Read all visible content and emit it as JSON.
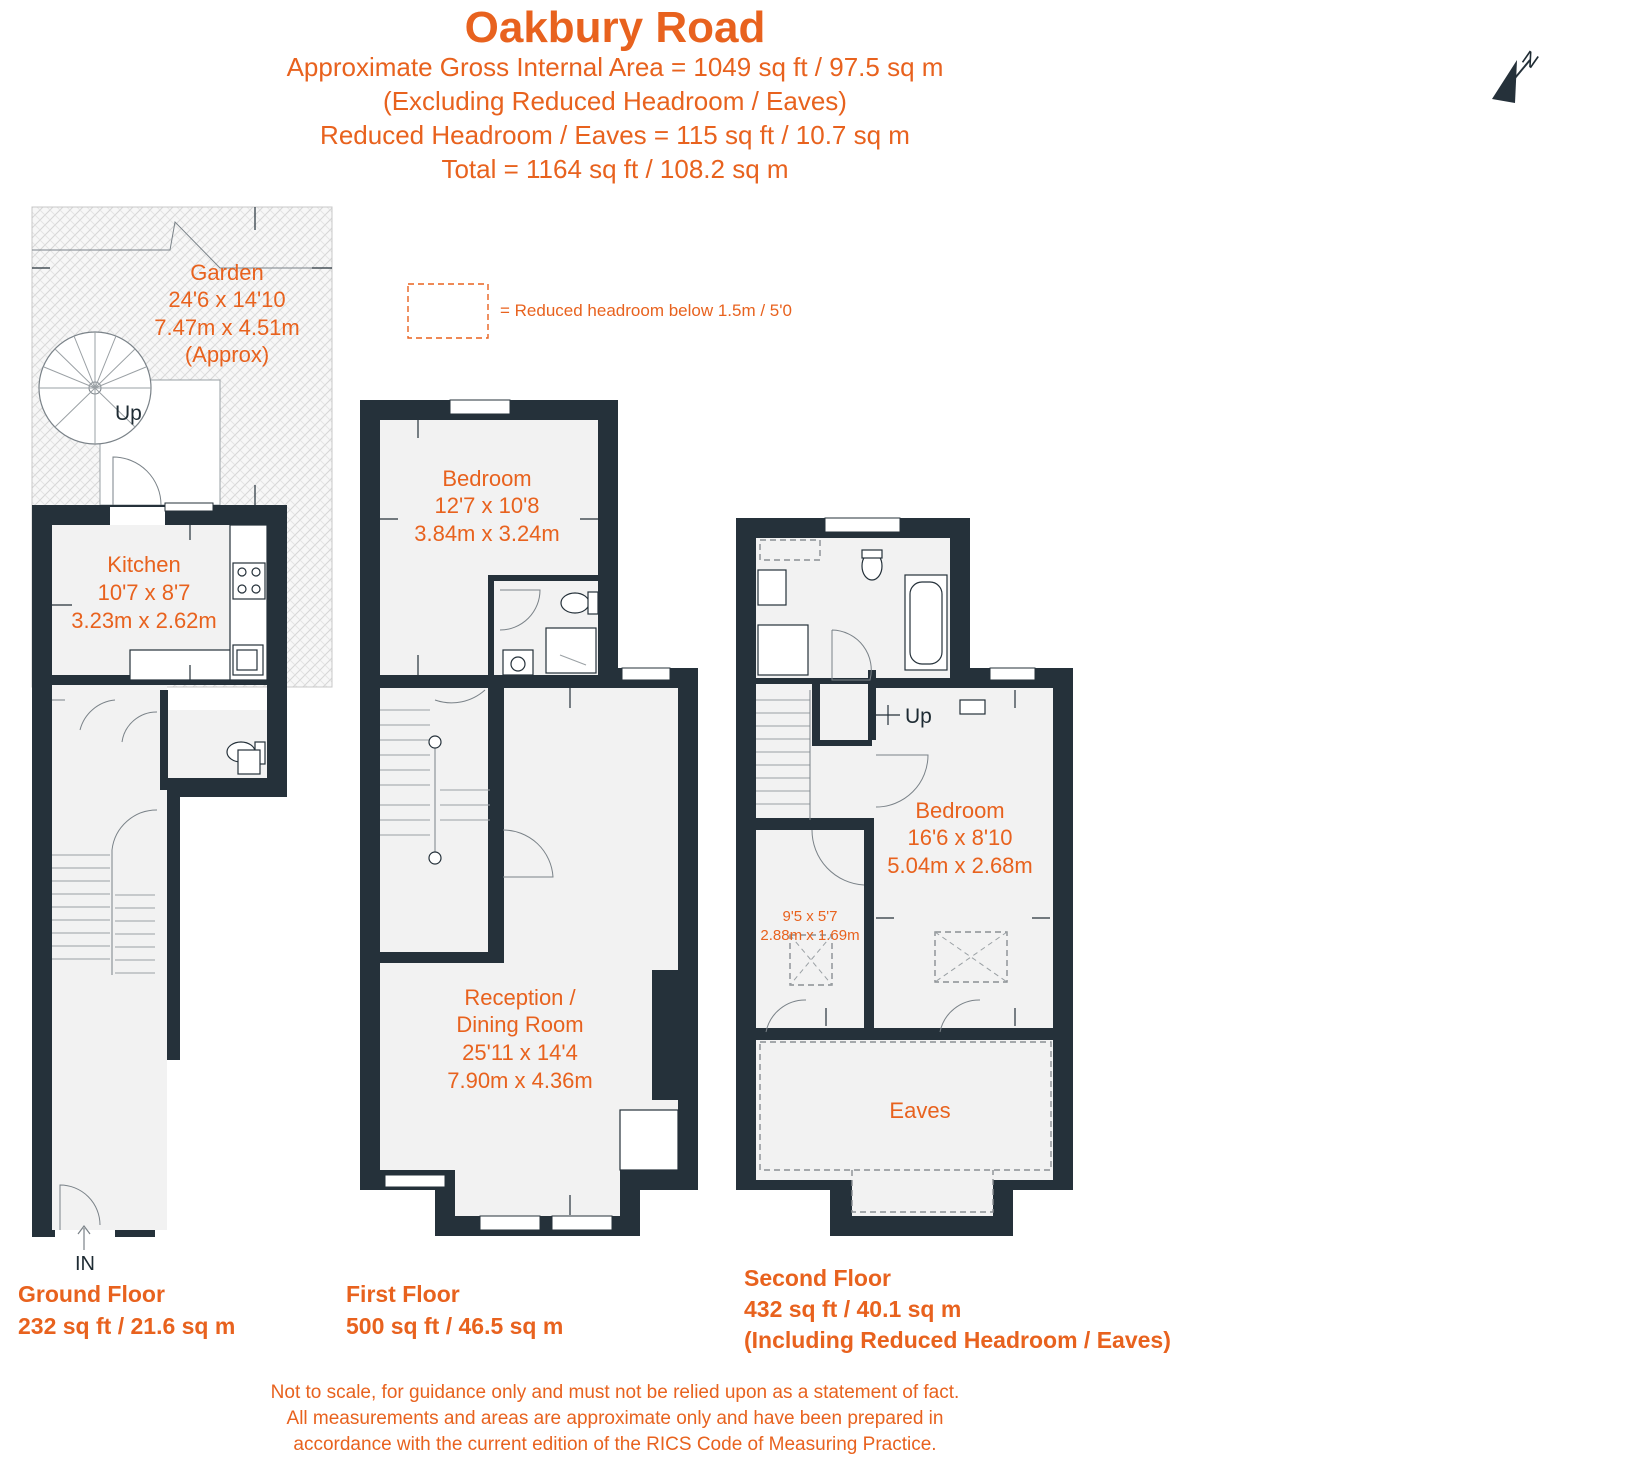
{
  "header": {
    "title": "Oakbury Road",
    "lines": [
      "Approximate Gross Internal Area = 1049 sq ft / 97.5 sq m",
      "(Excluding Reduced Headroom / Eaves)",
      "Reduced Headroom / Eaves = 115 sq ft / 10.7 sq m",
      "Total = 1164 sq ft / 108.2 sq m"
    ]
  },
  "compass": {
    "label": "N"
  },
  "legend": {
    "label": "= Reduced headroom below 1.5m / 5'0"
  },
  "rooms": {
    "garden": [
      "Garden",
      "24'6 x 14'10",
      "7.47m x 4.51m",
      "(Approx)"
    ],
    "kitchen": [
      "Kitchen",
      "10'7 x 8'7",
      "3.23m x 2.62m"
    ],
    "bedroom1": [
      "Bedroom",
      "12'7 x 10'8",
      "3.84m x 3.24m"
    ],
    "reception": [
      "Reception /",
      "Dining Room",
      "25'11 x 14'4",
      "7.90m x 4.36m"
    ],
    "bedroom2": [
      "Bedroom",
      "16'6 x 8'10",
      "5.04m x 2.68m"
    ],
    "small_room": [
      "9'5 x 5'7",
      "2.88m x 1.69m"
    ],
    "eaves": "Eaves"
  },
  "markers": {
    "up_garden": "Up",
    "up_second": "Up",
    "entrance": "IN"
  },
  "floors": {
    "ground": {
      "name": "Ground Floor",
      "area": "232 sq ft / 21.6 sq m"
    },
    "first": {
      "name": "First Floor",
      "area": "500 sq ft / 46.5 sq m"
    },
    "second": {
      "name": "Second Floor",
      "area": "432 sq ft / 40.1 sq m",
      "note": "(Including Reduced Headroom / Eaves)"
    }
  },
  "disclaimer": [
    "Not to scale, for guidance only and must not be relied upon as a statement of fact.",
    "All measurements and areas are approximate only and have been prepared in",
    "accordance with the current edition of the RICS Code of Measuring Practice."
  ],
  "colors": {
    "accent": "#e8621e",
    "wall": "#25313a",
    "floor": "#f2f2f2"
  }
}
